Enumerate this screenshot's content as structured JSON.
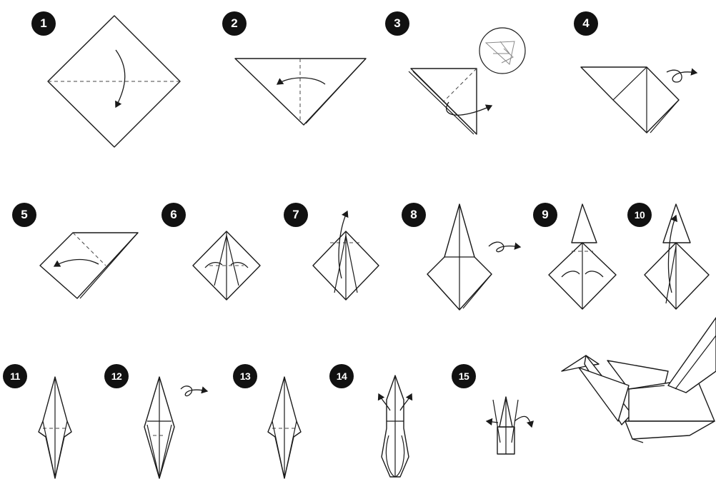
{
  "steps": [
    {
      "number": "1"
    },
    {
      "number": "2"
    },
    {
      "number": "3"
    },
    {
      "number": "4"
    },
    {
      "number": "5"
    },
    {
      "number": "6"
    },
    {
      "number": "7"
    },
    {
      "number": "8"
    },
    {
      "number": "9"
    },
    {
      "number": "10"
    },
    {
      "number": "11"
    },
    {
      "number": "12"
    },
    {
      "number": "13"
    },
    {
      "number": "14"
    },
    {
      "number": "15"
    }
  ]
}
